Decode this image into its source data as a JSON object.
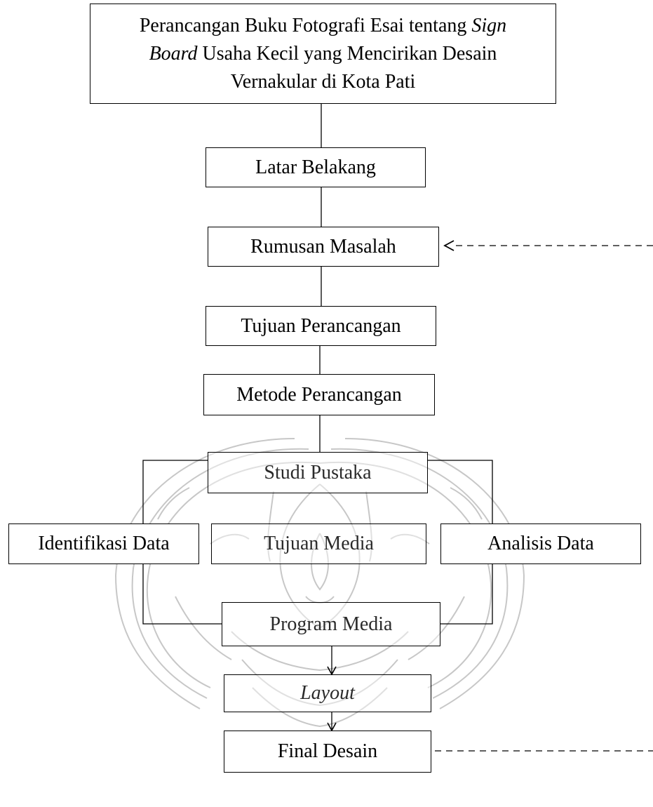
{
  "diagram": {
    "title_node": {
      "part1": "Perancangan Buku Fotografi Esai tentang ",
      "italic1": "Sign",
      "italic2": "Board",
      "part2": " Usaha Kecil yang Mencirikan Desain",
      "part3": "Vernakular di Kota Pati"
    },
    "nodes": {
      "latar_belakang": "Latar Belakang",
      "rumusan_masalah": "Rumusan Masalah",
      "tujuan_perancangan": "Tujuan Perancangan",
      "metode_perancangan": "Metode Perancangan",
      "studi_pustaka": "Studi Pustaka",
      "identifikasi_data": "Identifikasi Data",
      "tujuan_media": "Tujuan Media",
      "analisis_data": "Analisis Data",
      "program_media": "Program Media",
      "layout": "Layout",
      "final_desain": "Final Desain"
    },
    "colors": {
      "line": "#000000",
      "watermark": "#9a9a9a"
    }
  }
}
